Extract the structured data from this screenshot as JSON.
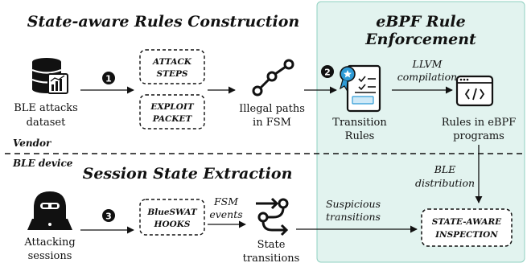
{
  "sections": {
    "rules_construction": "State-aware Rules Construction",
    "enforcement_line1": "eBPF Rule",
    "enforcement_line2": "Enforcement",
    "state_extraction": "Session State Extraction"
  },
  "zones": {
    "vendor": "Vendor",
    "device": "BLE device"
  },
  "steps": {
    "one": "1",
    "two": "2",
    "three": "3"
  },
  "nodes": {
    "dataset_line1": "BLE attacks",
    "dataset_line2": "dataset",
    "attack_steps_line1": "ATTACK",
    "attack_steps_line2": "STEPS",
    "exploit_packet_line1": "EXPLOIT",
    "exploit_packet_line2": "PACKET",
    "illegal_paths_line1": "Illegal paths",
    "illegal_paths_line2": "in FSM",
    "transition_rules_line1": "Transition",
    "transition_rules_line2": "Rules",
    "ebpf_rules_line1": "Rules in eBPF",
    "ebpf_rules_line2": "programs",
    "attacking_sessions_line1": "Attacking",
    "attacking_sessions_line2": "sessions",
    "hooks_line1": "BlueSWAT",
    "hooks_line2": "HOOKS",
    "state_transitions_line1": "State",
    "state_transitions_line2": "transitions",
    "inspection_line1": "STATE-AWARE",
    "inspection_line2": "INSPECTION"
  },
  "edges": {
    "llvm_line1": "LLVM",
    "llvm_line2": "compilation",
    "ble_dist_line1": "BLE",
    "ble_dist_line2": "distribution",
    "fsm_events_line1": "FSM",
    "fsm_events_line2": "events",
    "suspicious_line1": "Suspicious",
    "suspicious_line2": "transitions"
  },
  "colors": {
    "enforcement_bg": "#e2f3ef",
    "enforcement_border": "#8fd0c0",
    "ink": "#111111",
    "accent_blue": "#2f9bd6",
    "accent_light": "#cfe9f7"
  }
}
